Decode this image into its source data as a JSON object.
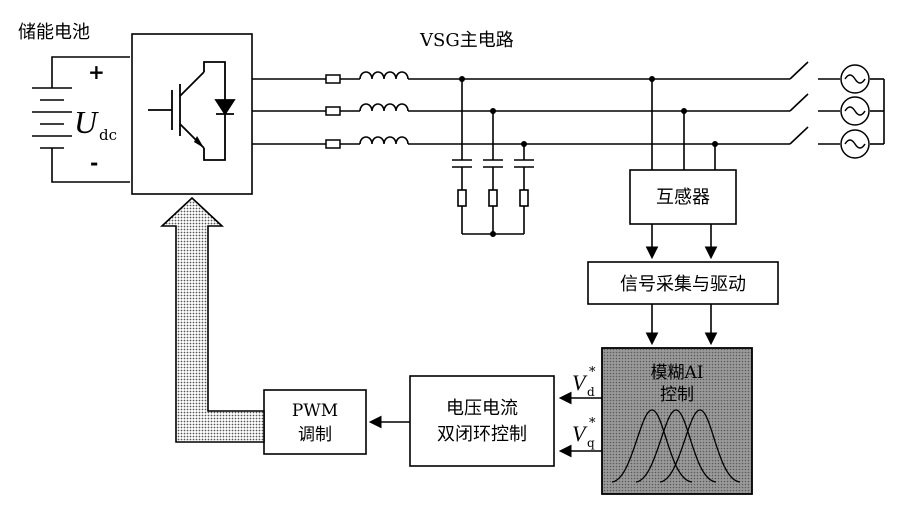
{
  "labels": {
    "storage_battery": "储能电池",
    "main_circuit": "VSG主电路",
    "plus_sign": "+",
    "minus_sign": "-",
    "udc_main": "U",
    "udc_sub": "dc",
    "transformer": "互感器",
    "signal_acquisition": "信号采集与驱动",
    "control_block_line1": "模糊AI",
    "control_block_line2": "控制",
    "pwm_line1": "PWM",
    "pwm_line2": "调制",
    "dual_loop_line1": "电压电流",
    "dual_loop_line2": "双闭环控制",
    "vd_main": "V",
    "vd_sub": "d",
    "vd_sup": "*",
    "vq_main": "V",
    "vq_sub": "q",
    "vq_sup": "*"
  },
  "colors": {
    "line": "#000000",
    "control_box_fill": "#8c8c8c",
    "feedback_arrow_fill": "#c8c8c8"
  }
}
